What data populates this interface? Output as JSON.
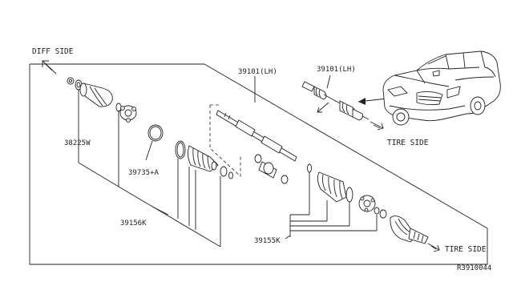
{
  "labels": {
    "diff_side": "DIFF SIDE",
    "tire_side_upper": "TIRE SIDE",
    "tire_side_lower": "TIRE SIDE",
    "shaft_assembly": "39101(LH)",
    "shaft_assembly_inset": "39101(LH)",
    "joint_kit": "38225W",
    "snap_ring": "39735+A",
    "boot_kit_inner": "39156K",
    "boot_kit_outer": "39155K",
    "diagram_code": "R3910044"
  }
}
